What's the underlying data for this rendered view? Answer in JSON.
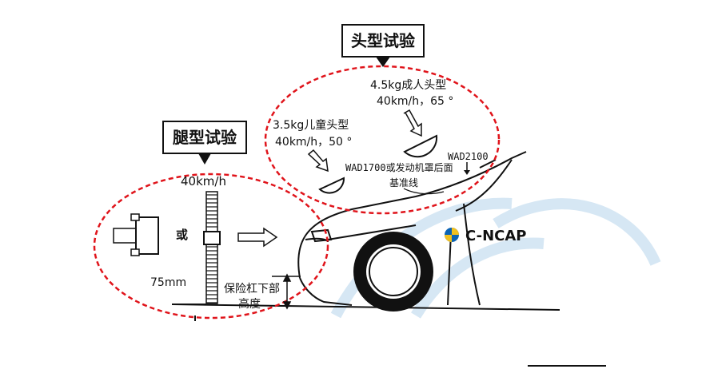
{
  "head_test": {
    "title": "头型试验",
    "adult": {
      "label": "4.5kg成人头型",
      "params": "40km/h，65 °"
    },
    "child": {
      "label": "3.5kg儿童头型",
      "params": "40km/h，50 °"
    },
    "reference_line": {
      "line1": "WAD1700或发动机罩后面",
      "line2": "基准线"
    },
    "wad2100": "WAD2100"
  },
  "leg_test": {
    "title": "腿型试验",
    "speed": "40km/h",
    "or_text": "或",
    "ground_gap": "75mm",
    "bumper_height": {
      "line1": "保险杠下部",
      "line2": "高度"
    }
  },
  "logo": {
    "text": "C-NCAP"
  },
  "colors": {
    "dashed_ellipse": "#e0141b",
    "ink": "#111111",
    "watermark": "#cfe3f3",
    "logo_blue": "#0a63b4",
    "logo_yellow": "#f0c020"
  }
}
